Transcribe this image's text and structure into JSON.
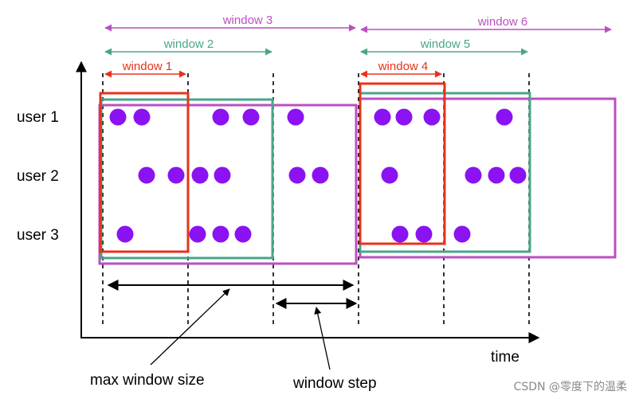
{
  "colors": {
    "red": "#e8321c",
    "green": "#4aa58a",
    "magenta": "#bb4fc3",
    "dot": "#8b12f2",
    "black": "#000000"
  },
  "windows": [
    {
      "label": "window 1",
      "color": "red"
    },
    {
      "label": "window 2",
      "color": "green"
    },
    {
      "label": "window 3",
      "color": "magenta"
    },
    {
      "label": "window 4",
      "color": "red"
    },
    {
      "label": "window 5",
      "color": "green"
    },
    {
      "label": "window 6",
      "color": "magenta"
    }
  ],
  "rows": [
    {
      "label": "user 1"
    },
    {
      "label": "user 2"
    },
    {
      "label": "user 3"
    }
  ],
  "axis": {
    "x_label": "time"
  },
  "annotations": {
    "max_window_size": "max window size",
    "window_step": "window step"
  },
  "watermark": "CSDN @零度下的温柔"
}
